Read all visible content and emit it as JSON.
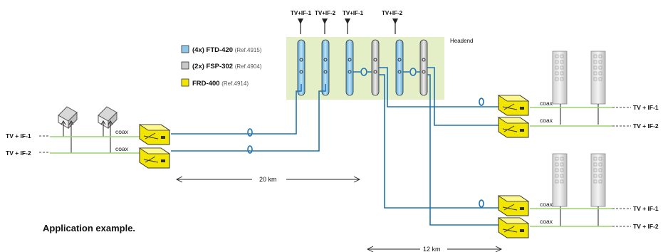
{
  "headend": {
    "title": "Headend",
    "inputs": [
      "TV+IF-1",
      "TV+IF-2",
      "TV+IF-1",
      "TV+IF-2"
    ]
  },
  "legend": [
    {
      "qty": "(4x)",
      "model": "FTD-420",
      "ref": "(Ref.4915)",
      "color": "#8dc6e8"
    },
    {
      "qty": "(2x)",
      "model": "FSP-302",
      "ref": "(Ref.4904)",
      "color": "#c8c8c8"
    },
    {
      "qty": "",
      "model": "FRD-400",
      "ref": "(Ref.4914)",
      "color": "#f2e600"
    }
  ],
  "left_side": {
    "signals": [
      "TV + IF-1",
      "TV + IF-2"
    ],
    "coax": [
      "coax",
      "coax"
    ]
  },
  "distances": {
    "left": "20 km",
    "bottom": "12 km"
  },
  "right_top": {
    "signals": [
      "TV + IF-1",
      "TV + IF-2"
    ],
    "coax": [
      "coax",
      "coax"
    ]
  },
  "right_bottom": {
    "signals": [
      "TV + IF-1",
      "TV + IF-2"
    ],
    "coax": [
      "coax",
      "coax"
    ]
  },
  "caption": "Application example.",
  "colors": {
    "fiber": "#1e73b8",
    "coax": "#9bd36a",
    "receiver": "#f2e600",
    "headend_bg": "#e4efc8"
  }
}
